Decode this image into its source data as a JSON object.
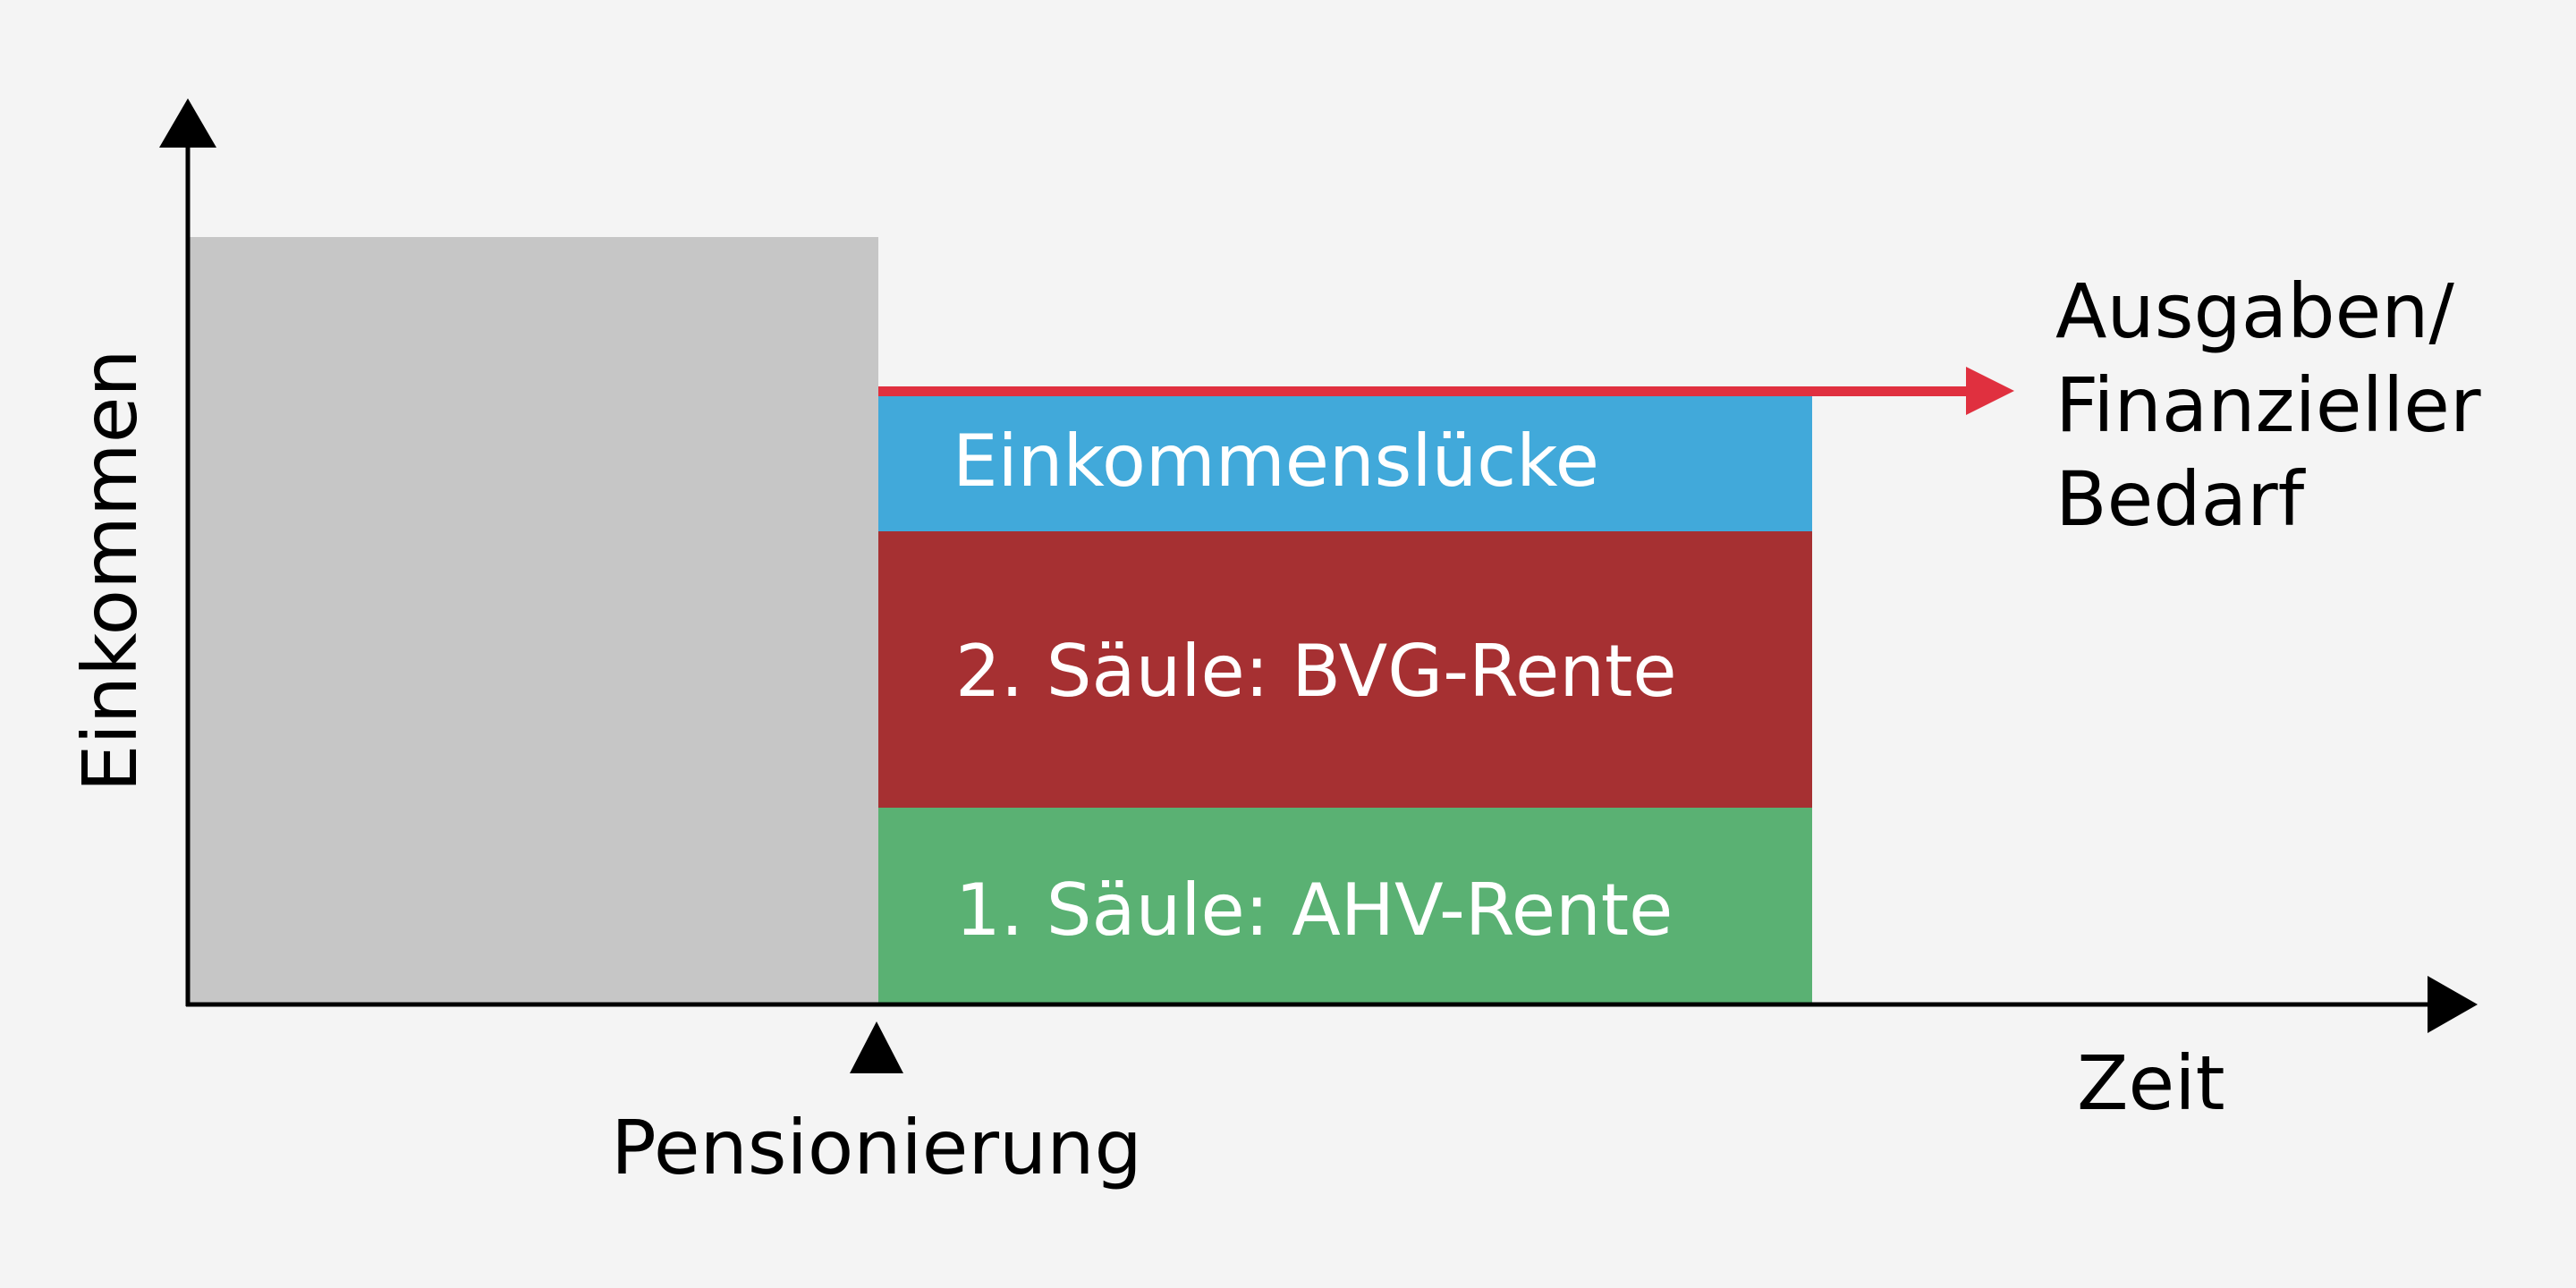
{
  "axes": {
    "y_label": "Einkommen",
    "x_label": "Zeit",
    "marker_label": "Pensionierung"
  },
  "segments": {
    "gap": {
      "label": "Einkommenslücke"
    },
    "pillar2": {
      "label": "2. Säule: BVG-Rente"
    },
    "pillar1": {
      "label": "1. Säule: AHV-Rente"
    }
  },
  "expenses": {
    "label_line1": "Ausgaben/",
    "label_line2": "Finanzieller",
    "label_line3": "Bedarf"
  },
  "colors": {
    "background": "#f4f4f4",
    "pre_retirement_income": "#c6c6c6",
    "gap": "#41a9da",
    "pillar2": "#a63032",
    "pillar1": "#5ab173",
    "expenses_line": "#e0303f",
    "axis": "#000000",
    "segment_text": "#ffffff"
  }
}
